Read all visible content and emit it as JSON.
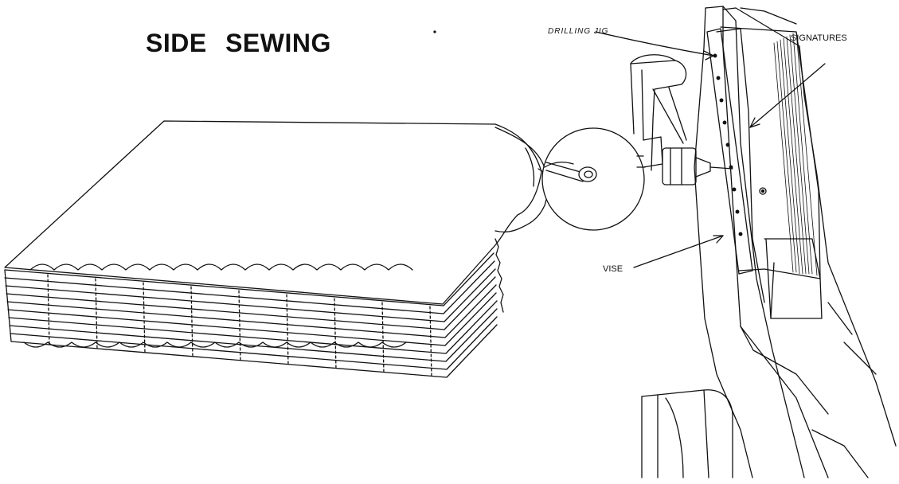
{
  "title": "SIDE SEWING",
  "labels": {
    "drilling_jig": "DRILLING JIG",
    "signatures": "SIGNATURES",
    "vise": "VISE"
  },
  "colors": {
    "ink": "#111111",
    "background": "#ffffff"
  }
}
